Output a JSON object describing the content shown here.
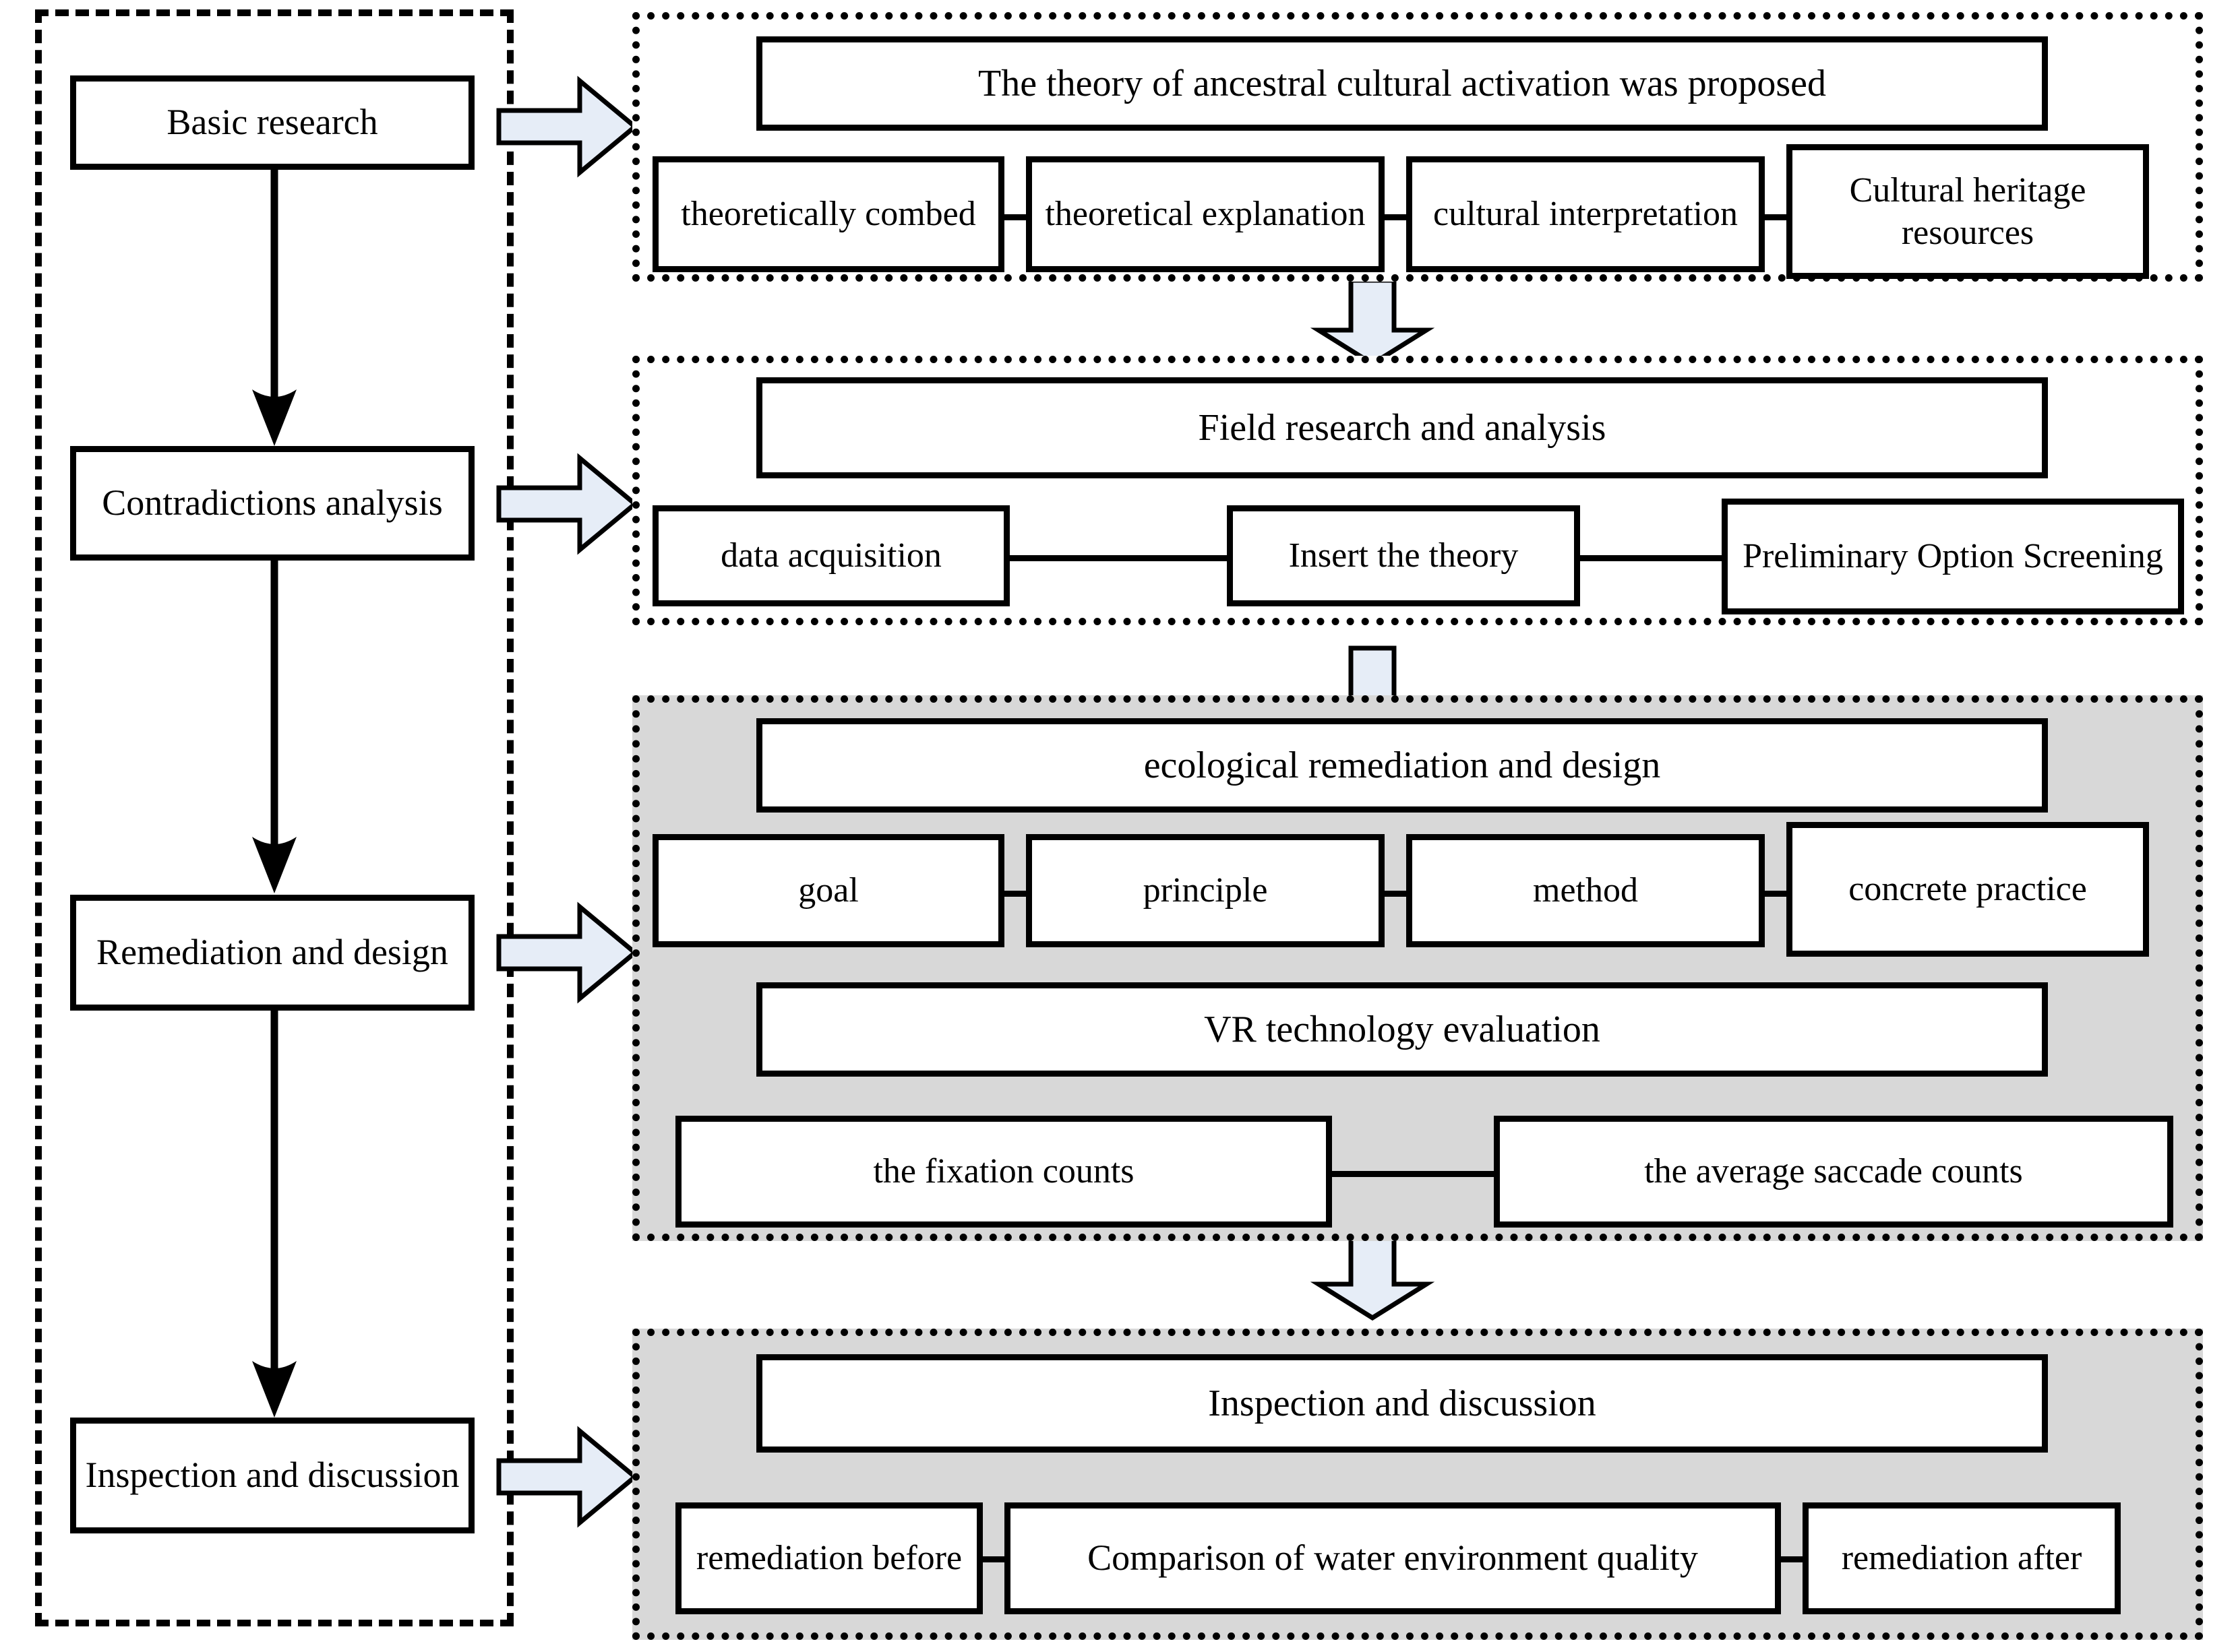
{
  "figure": {
    "type": "research-framework-flowchart",
    "colors": {
      "panel_gray": "#d8d8d8",
      "arrow_fill": "#e6edf7",
      "stroke": "#000000",
      "page_bg": "#ffffff"
    }
  },
  "left_column": {
    "container_style": "dashed",
    "steps": [
      {
        "id": "basic-research",
        "label": "Basic research"
      },
      {
        "id": "contradictions",
        "label": "Contradictions analysis"
      },
      {
        "id": "remediation-design",
        "label": "Remediation and design"
      },
      {
        "id": "inspection-discussion",
        "label": "Inspection and discussion"
      }
    ]
  },
  "panels": [
    {
      "id": "panel-basic-research",
      "style": "dotted",
      "shaded": false,
      "header": "The theory of ancestral cultural activation was proposed",
      "items": [
        "theoretically combed",
        "theoretical explanation",
        "cultural interpretation",
        "Cultural heritage resources"
      ]
    },
    {
      "id": "panel-field-research",
      "style": "dotted",
      "shaded": false,
      "header": "Field research and analysis",
      "items": [
        "data acquisition",
        "Insert the theory",
        "Preliminary Option Screening"
      ]
    },
    {
      "id": "panel-ecological-remediation",
      "style": "dotted",
      "shaded": true,
      "header": "ecological remediation and design",
      "items": [
        "goal",
        "principle",
        "method",
        "concrete practice"
      ],
      "subheader": "VR technology evaluation",
      "subitems": [
        "the fixation counts",
        "the average saccade counts"
      ]
    },
    {
      "id": "panel-inspection-discussion",
      "style": "dotted",
      "shaded": true,
      "header": "Inspection and discussion",
      "items": [
        "remediation before",
        "Comparison of water environment quality",
        "remediation after"
      ]
    }
  ],
  "connectors": {
    "left_to_panel_arrows": 4,
    "panel_to_panel_arrows": 3,
    "left_vertical_arrows": 3
  }
}
